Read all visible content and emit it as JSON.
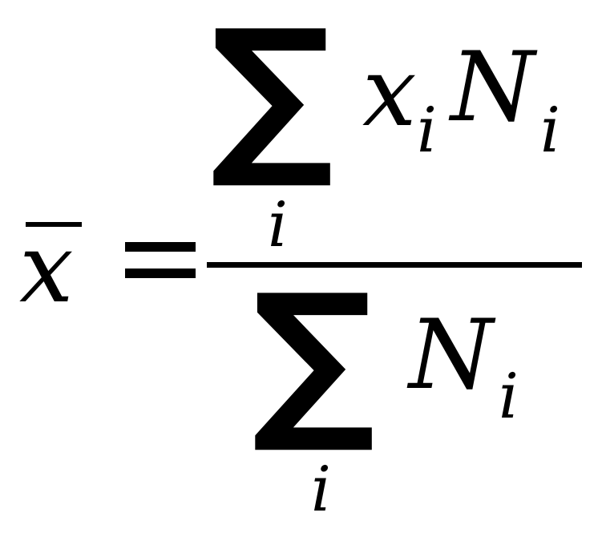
{
  "formula": {
    "lhs": {
      "variable": "x",
      "accent": "overline"
    },
    "operator": "=",
    "numerator": {
      "sum_symbol": "∑",
      "sum_index": "i",
      "term_var_1": "x",
      "term_sub_1": "i",
      "term_var_2": "N",
      "term_sub_2": "i"
    },
    "denominator": {
      "sum_symbol": "∑",
      "sum_index": "i",
      "term_var": "N",
      "term_sub": "i"
    },
    "colors": {
      "ink": "#000000",
      "background": "#ffffff"
    }
  }
}
